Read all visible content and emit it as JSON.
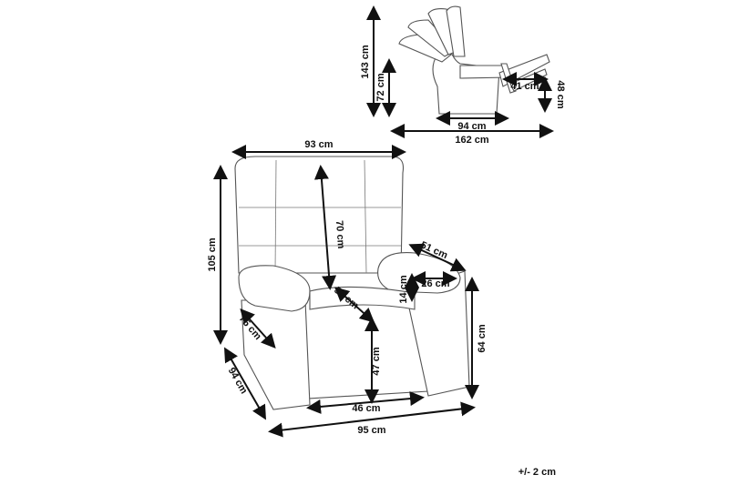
{
  "side_view": {
    "height_total": "143 cm",
    "seat_height": "72 cm",
    "footrest_length": "41 cm",
    "footrest_height": "48 cm",
    "depth_upright": "94 cm",
    "depth_reclined": "162 cm"
  },
  "front_view": {
    "width_top": "93 cm",
    "height_total": "105 cm",
    "backrest_height": "70 cm",
    "armrest_length": "51 cm",
    "armrest_width": "26 cm",
    "armrest_height": "14 cm",
    "seat_depth": "57 cm",
    "arm_depth": "75 cm",
    "arm_floor_height": "64 cm",
    "seat_floor_height": "47 cm",
    "seat_width": "46 cm",
    "depth": "94 cm",
    "width_total": "95 cm"
  },
  "tolerance": "+/- 2 cm",
  "colors": {
    "line": "#111111",
    "outline": "#555555"
  }
}
